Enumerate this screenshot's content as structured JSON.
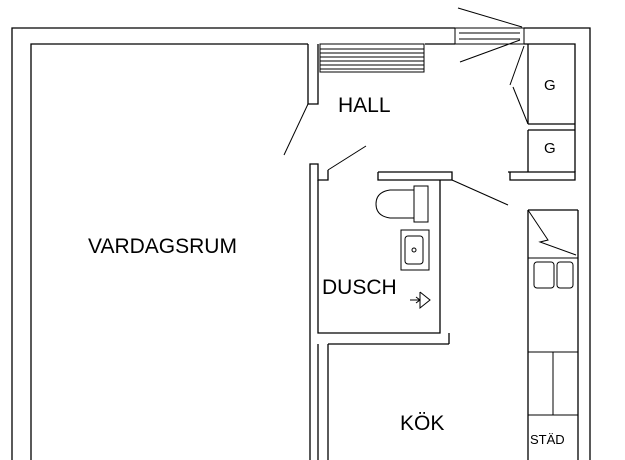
{
  "floorplan": {
    "rooms": [
      {
        "id": "living",
        "label": "VARDAGSRUM"
      },
      {
        "id": "hall",
        "label": "HALL"
      },
      {
        "id": "shower",
        "label": "DUSCH"
      },
      {
        "id": "kitchen",
        "label": "KÖK"
      }
    ],
    "closets": [
      {
        "id": "g1",
        "label": "G"
      },
      {
        "id": "g2",
        "label": "G"
      },
      {
        "id": "cleaning",
        "label": "STÄD"
      }
    ]
  }
}
